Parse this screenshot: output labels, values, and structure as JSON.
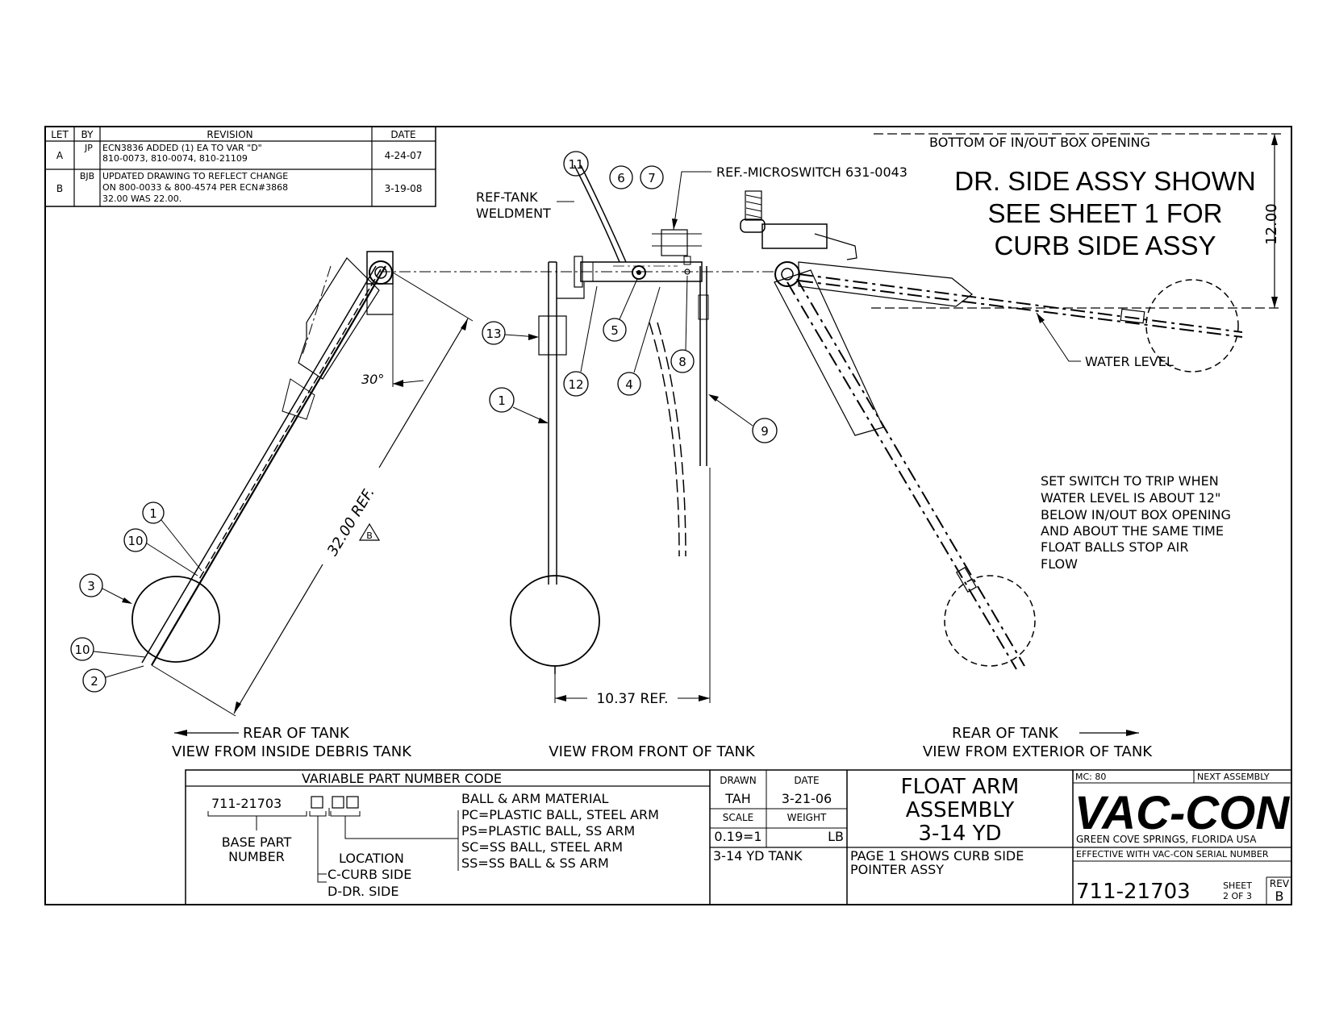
{
  "revisions": {
    "headers": [
      "LET",
      "BY",
      "REVISION",
      "DATE"
    ],
    "rows": [
      {
        "let": "A",
        "by": "JP",
        "line1": "ECN3836 ADDED (1) EA TO VAR \"D\"",
        "line2": "810-0073, 810-0074, 810-21109",
        "line3": "",
        "date": "4-24-07"
      },
      {
        "let": "B",
        "by": "BJB",
        "line1": "UPDATED DRAWING TO REFLECT CHANGE",
        "line2": "ON 800-0033 & 800-4574 PER ECN#3868",
        "line3": "32.00 WAS 22.00.",
        "date": "3-19-08"
      }
    ]
  },
  "headline": [
    "DR. SIDE ASSY SHOWN",
    "SEE SHEET 1 FOR",
    "CURB SIDE ASSY"
  ],
  "labels": {
    "bottom_opening": "BOTTOM OF IN/OUT BOX OPENING",
    "dim_12": "12.00",
    "microswitch": "REF.-MICROSWITCH 631-0043",
    "ref_tank_1": "REF-TANK",
    "ref_tank_2": "WELDMENT",
    "water_level": "WATER LEVEL",
    "angle": "30°",
    "dim_32": "32.00 REF.",
    "rev_marker": "B",
    "dim_1037": "10.37 REF.",
    "rear_left": "REAR OF TANK",
    "rear_right": "REAR OF TANK",
    "view_inside": "VIEW FROM INSIDE DEBRIS TANK",
    "view_front": "VIEW FROM FRONT OF TANK",
    "view_exterior": "VIEW FROM EXTERIOR OF TANK"
  },
  "note": [
    "SET SWITCH TO TRIP WHEN",
    "WATER LEVEL IS ABOUT 12\"",
    "BELOW IN/OUT BOX OPENING",
    "AND ABOUT THE SAME TIME",
    "FLOAT BALLS STOP AIR",
    "FLOW"
  ],
  "balloons": [
    "1",
    "2",
    "3",
    "4",
    "5",
    "6",
    "7",
    "8",
    "9",
    "10",
    "11",
    "12",
    "13"
  ],
  "variable_part": {
    "title": "VARIABLE PART NUMBER CODE",
    "base": "711-21703",
    "base_label_1": "BASE PART",
    "base_label_2": "NUMBER",
    "location_title": "LOCATION",
    "location_options": [
      "C-CURB SIDE",
      "D-DR. SIDE"
    ],
    "material_title": "BALL & ARM MATERIAL",
    "material_options": [
      "PC=PLASTIC BALL, STEEL ARM",
      "PS=PLASTIC BALL, SS ARM",
      "SC=SS BALL, STEEL ARM",
      "SS=SS BALL & SS ARM"
    ]
  },
  "title_block": {
    "drawn_label": "DRAWN",
    "drawn": "TAH",
    "date_label": "DATE",
    "date": "3-21-06",
    "scale_label": "SCALE",
    "scale": "0.19=1",
    "weight_label": "WEIGHT",
    "weight_unit": "LB",
    "tank": "3-14 YD TANK",
    "title": [
      "FLOAT ARM",
      "ASSEMBLY",
      "3-14 YD"
    ],
    "page_note": [
      "PAGE 1 SHOWS CURB SIDE",
      "POINTER ASSY"
    ],
    "mc": "MC: 80",
    "next_assembly": "NEXT ASSEMBLY",
    "logo": "VAC-CON",
    "location": "GREEN COVE SPRINGS, FLORIDA USA",
    "effective": "EFFECTIVE WITH VAC-CON SERIAL NUMBER",
    "part_number": "711-21703",
    "sheet_label": "SHEET",
    "sheet": "2 OF 3",
    "rev_label": "REV",
    "rev": "B"
  }
}
